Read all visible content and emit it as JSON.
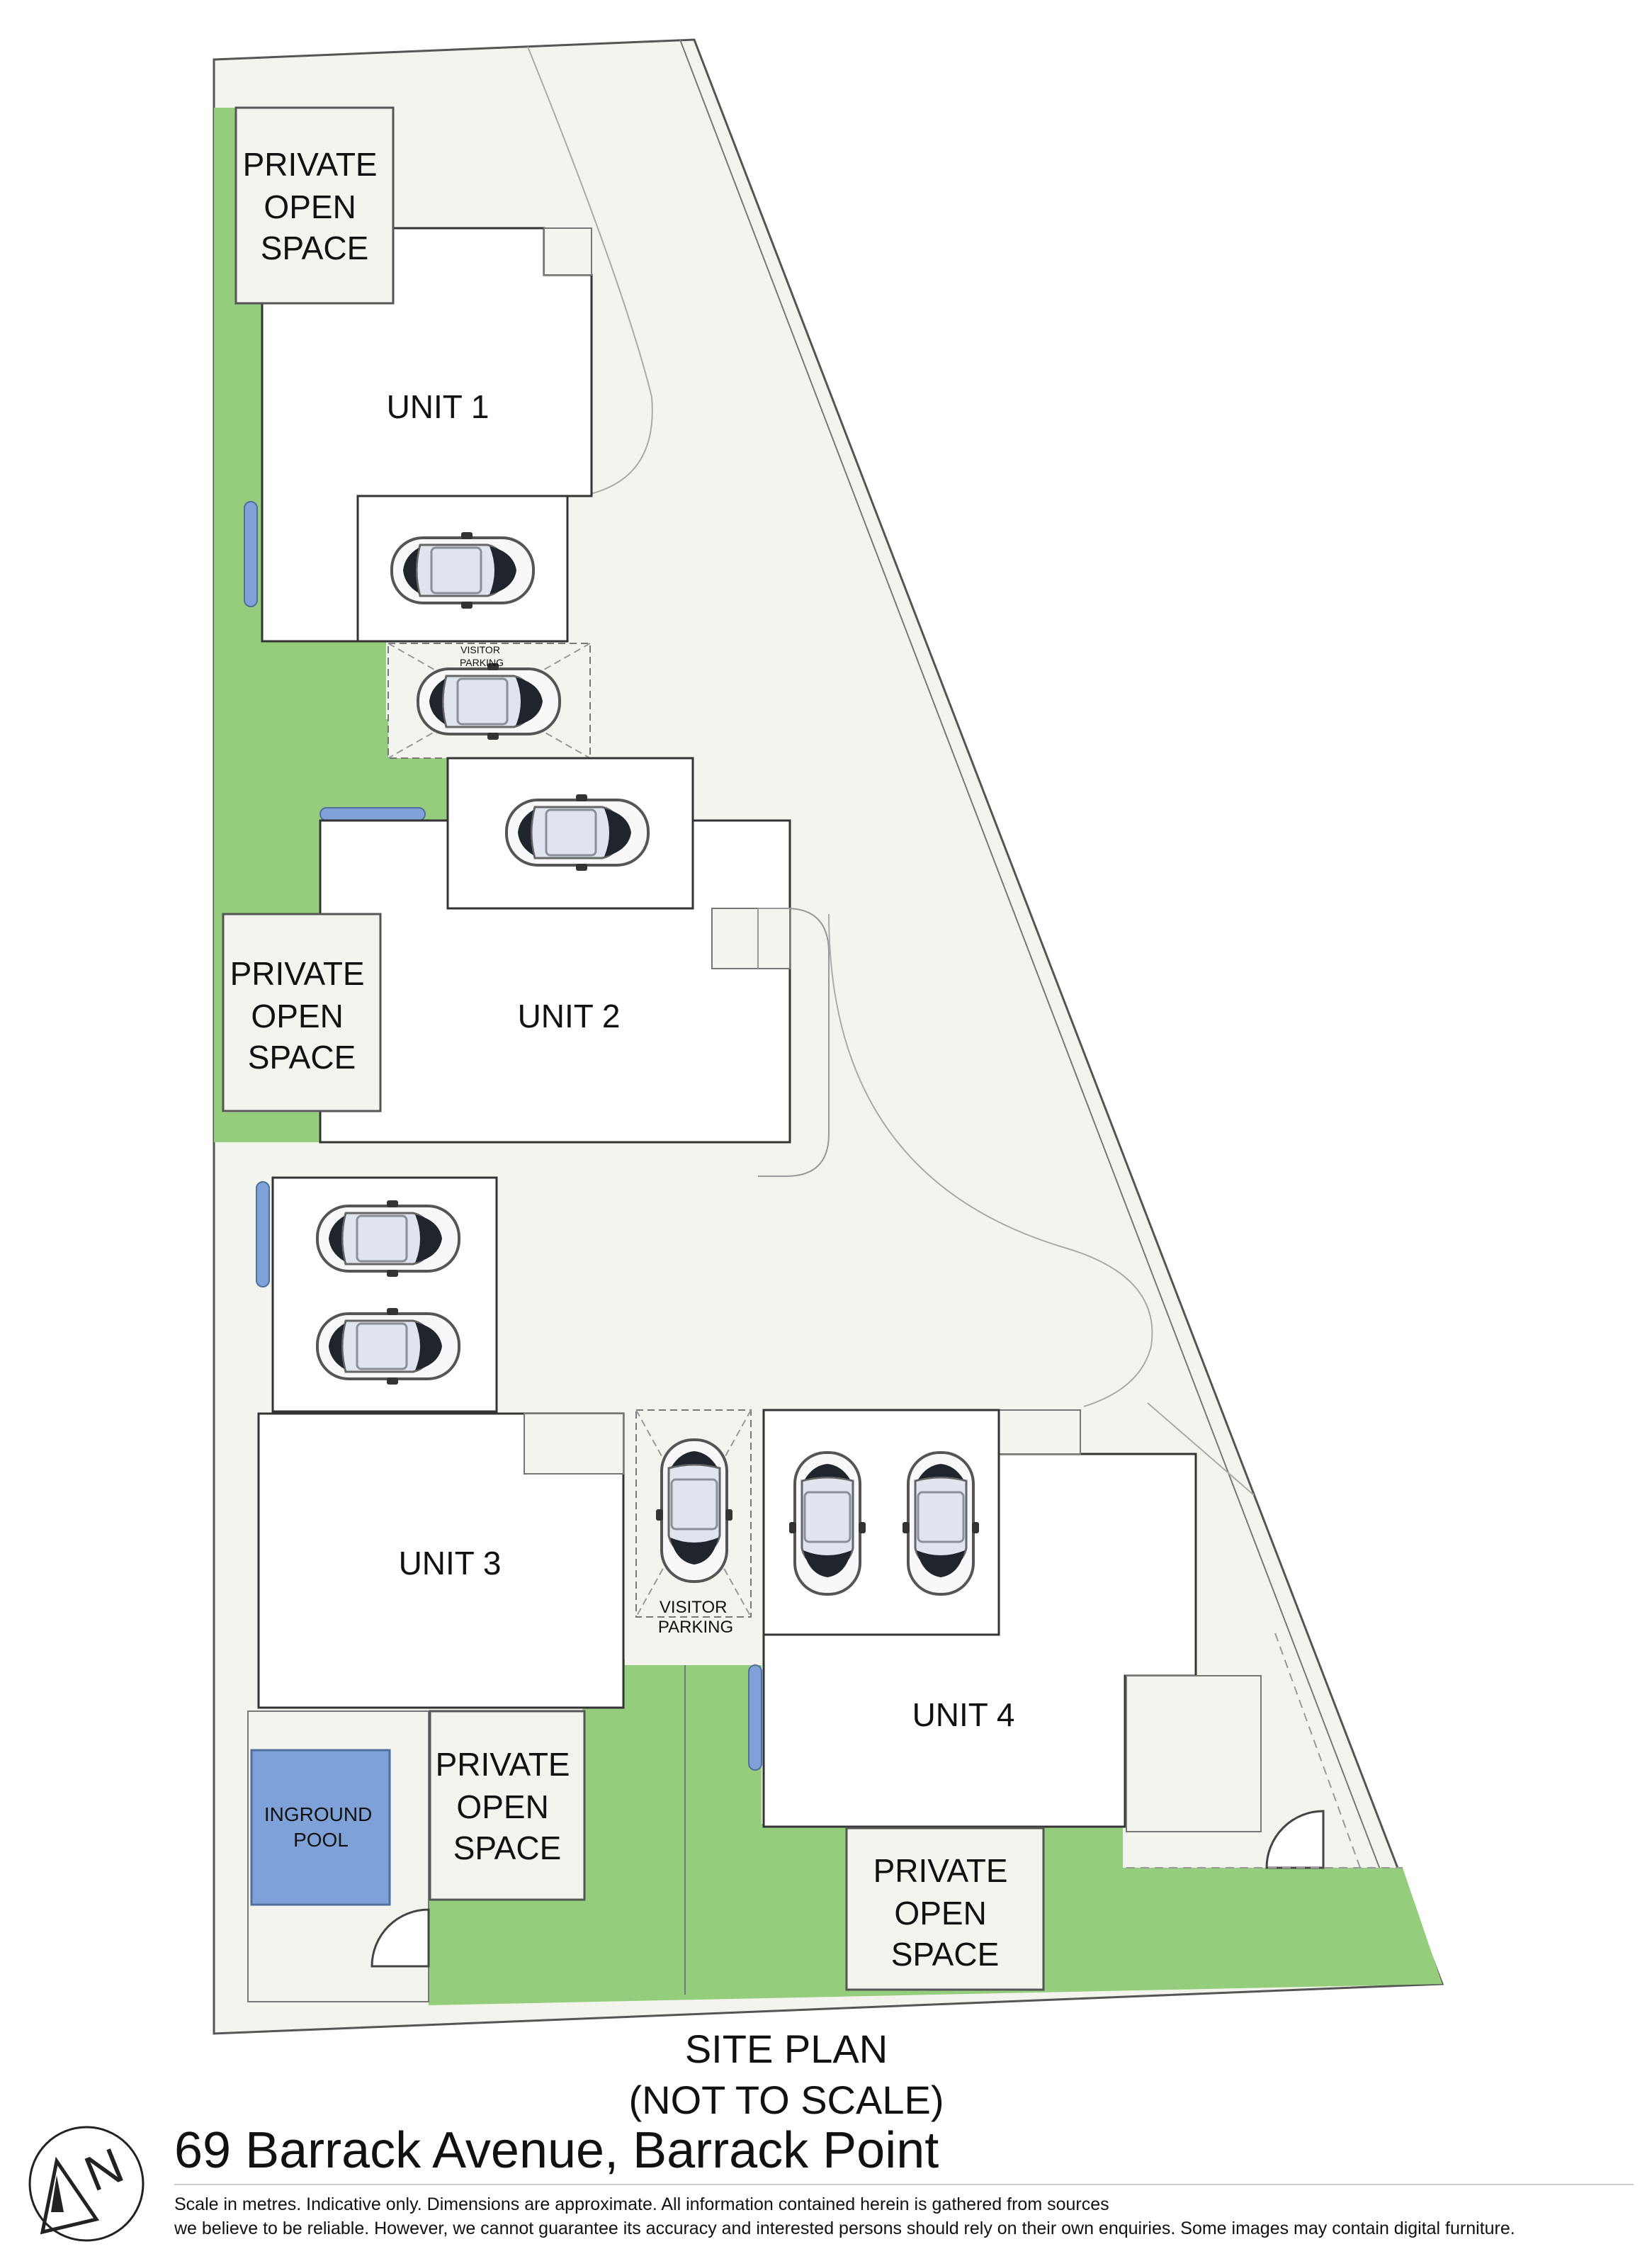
{
  "plan": {
    "title_line1": "SITE PLAN",
    "title_line2": "(NOT TO SCALE)",
    "units": [
      {
        "label": "UNIT 1"
      },
      {
        "label": "UNIT 2"
      },
      {
        "label": "UNIT 3"
      },
      {
        "label": "UNIT 4"
      }
    ],
    "private_open_space": [
      "PRIVATE",
      "OPEN",
      "SPACE"
    ],
    "visitor_parking": [
      "VISITOR",
      "PARKING"
    ],
    "pool": [
      "INGROUND",
      "POOL"
    ],
    "colors": {
      "lawn": "#94ce7c",
      "paving": "#f4f4ee",
      "building": "#ffffff",
      "pool": "#7ea2d8",
      "water_tank": "#7ea2d8",
      "outline": "#333333"
    }
  },
  "footer": {
    "address": "69 Barrack Avenue, Barrack Point",
    "disclaimer_line1": "Scale in metres. Indicative only. Dimensions are approximate. All information contained herein is gathered from sources",
    "disclaimer_line2": "we believe to be reliable. However, we cannot guarantee its accuracy and interested persons should rely on their own enquiries. Some images may contain digital furniture.",
    "compass_letter": "N"
  }
}
